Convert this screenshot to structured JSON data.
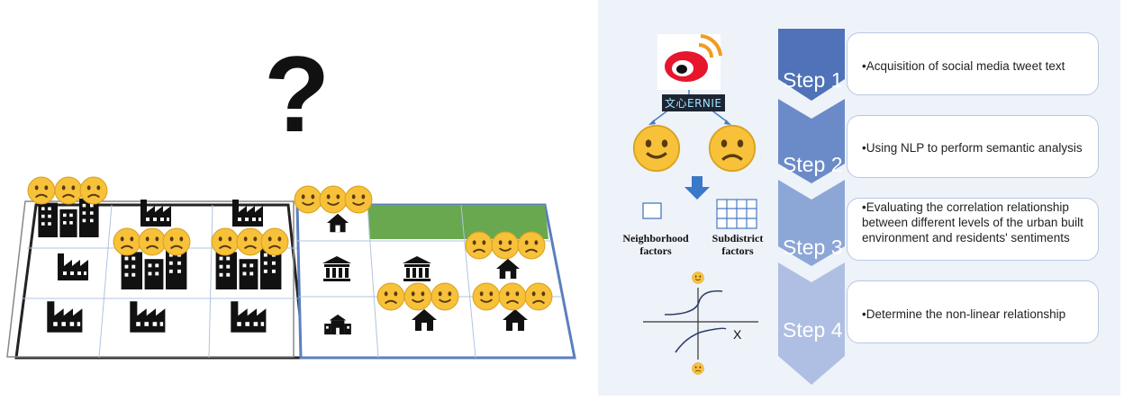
{
  "left": {
    "question_mark": "?"
  },
  "right": {
    "ernie_label": "文心ERNIE",
    "neighborhood_label": "Neighborhood factors",
    "subdistrict_label": "Subdistrict factors",
    "axis_x_label": "X",
    "steps": [
      {
        "label": "Step 1",
        "text": "•Acquisition of social media tweet text"
      },
      {
        "label": "Step 2",
        "text": "•Using NLP to perform semantic analysis"
      },
      {
        "label": "Step 3",
        "text": "•Evaluating the correlation relationship between different levels of the urban built environment and residents' sentiments"
      },
      {
        "label": "Step 4",
        "text": "•Determine the non-linear relationship"
      }
    ]
  },
  "colors": {
    "chevron_1": "#4f72b8",
    "chevron_2": "#6b8bc8",
    "chevron_3": "#8ca6d6",
    "chevron_4": "#aebfe3",
    "park_green": "#6aa84f",
    "emoji_yellow": "#f7c13a",
    "arrow_blue": "#3a78c8"
  }
}
